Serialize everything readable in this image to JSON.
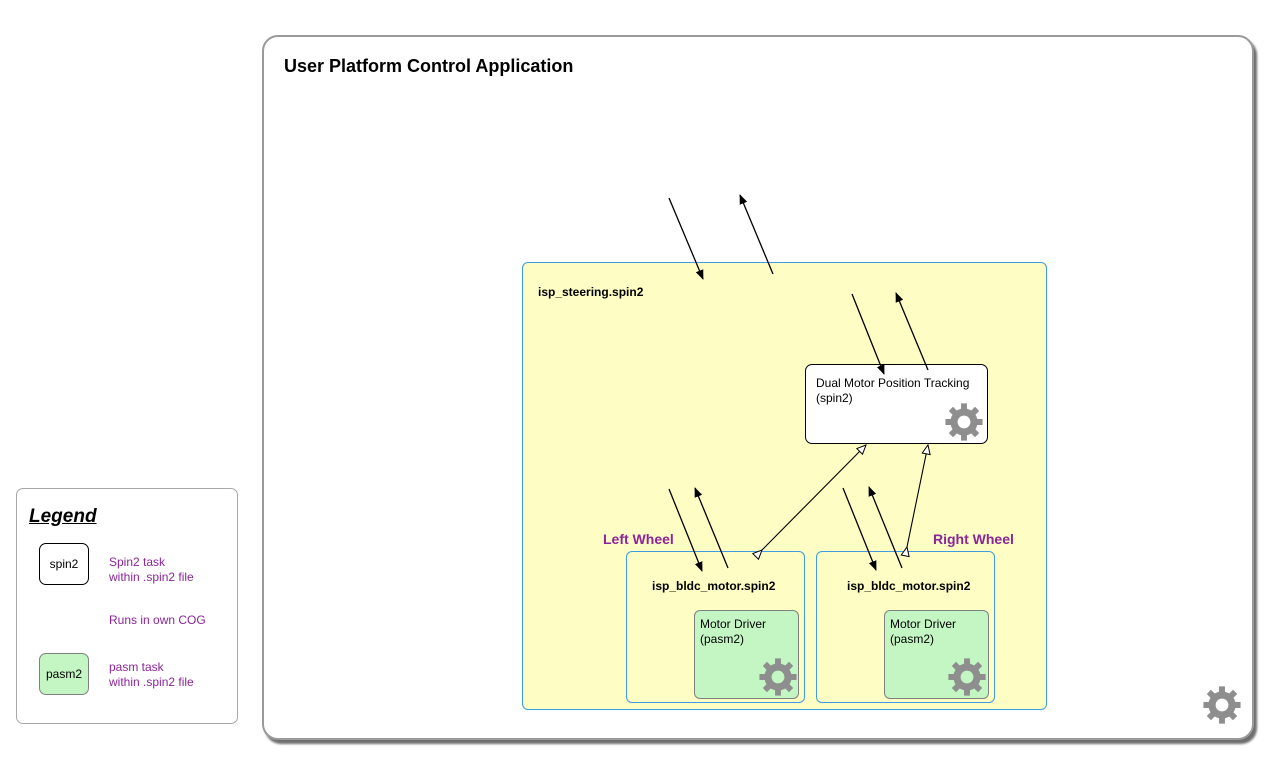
{
  "app": {
    "title": "User Platform Control Application"
  },
  "steering": {
    "title": "isp_steering.spin2"
  },
  "tracking": {
    "label_line1": "Dual Motor Position Tracking",
    "label_line2": "(spin2)"
  },
  "left_wheel": {
    "label": "Left Wheel",
    "motor_title": "isp_bldc_motor.spin2",
    "driver_line1": "Motor Driver",
    "driver_line2": "(pasm2)"
  },
  "right_wheel": {
    "label": "Right Wheel",
    "motor_title": "isp_bldc_motor.spin2",
    "driver_line1": "Motor Driver",
    "driver_line2": "(pasm2)"
  },
  "legend": {
    "title": "Legend",
    "items": [
      {
        "sample": "spin2",
        "line1": "Spin2 task",
        "line2": "within .spin2 file"
      },
      {
        "sample": "",
        "line1": "Runs in own COG",
        "line2": ""
      },
      {
        "sample": "pasm2",
        "line1": "pasm task",
        "line2": "within .spin2 file"
      }
    ]
  },
  "colors": {
    "yellow_fill": "#fdfdc4",
    "blue_border": "#3d9de0",
    "green_fill": "#c4f6c4",
    "purple_text": "#8b2598",
    "gear_gray": "#8e8e8e"
  },
  "icons": {
    "cog": "gear-icon"
  }
}
